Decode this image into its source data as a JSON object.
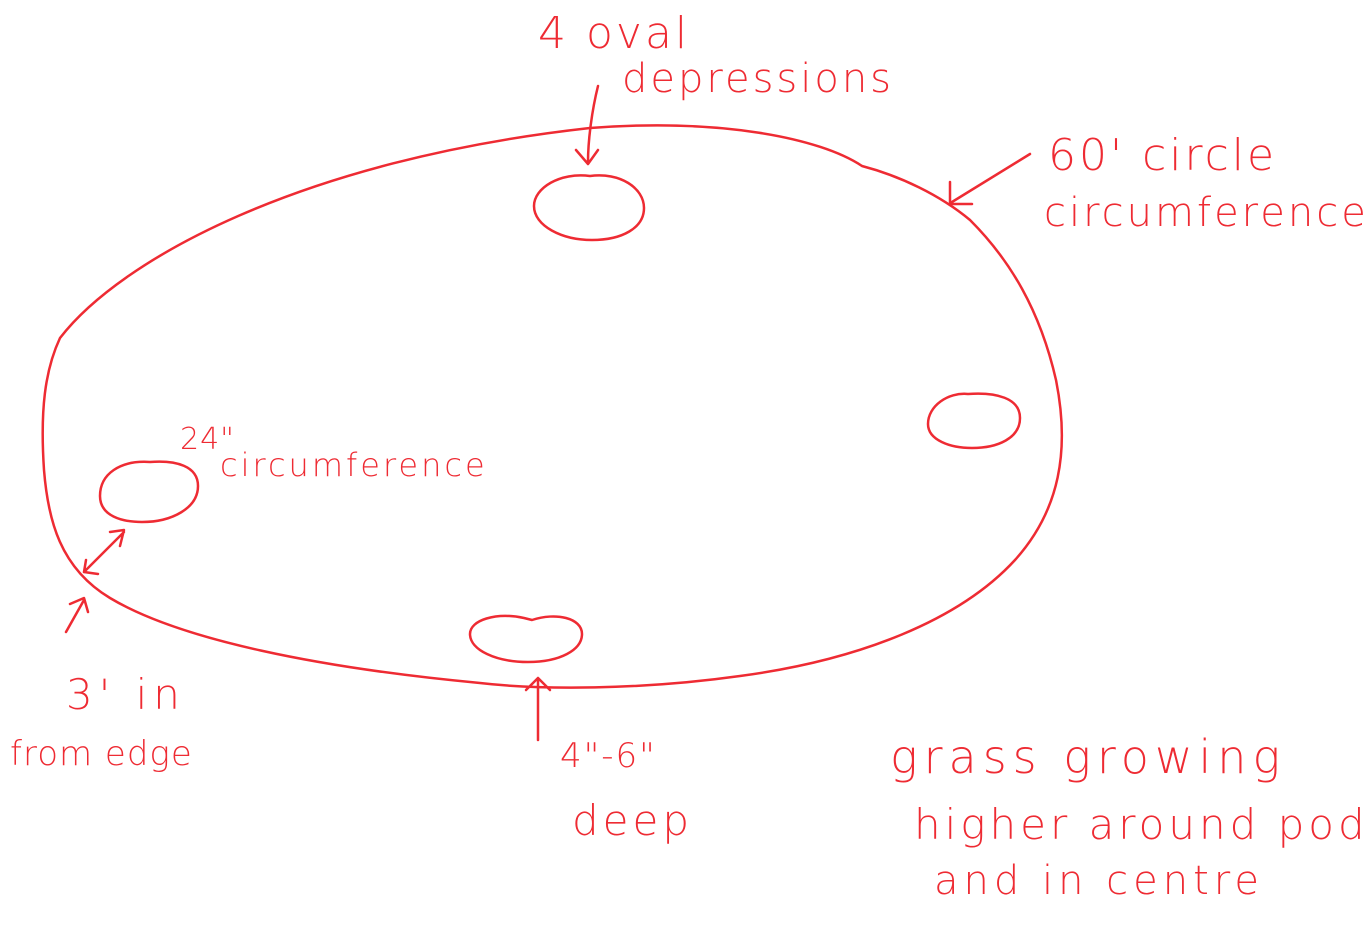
{
  "colors": {
    "ink": "#ee2b33",
    "paper": "#ffffff"
  },
  "labels": {
    "depressions_line1": "4 oval",
    "depressions_line2": "depressions",
    "circle_line1": "60' circle",
    "circle_line2": "circumference",
    "pod_size_line1": "24\"",
    "pod_size_line2": "circumference",
    "offset_line1": "3' in",
    "offset_line2": "from edge",
    "depth_line1": "4\"-6\"",
    "depth_line2": "deep",
    "grass_line1": "grass growing",
    "grass_line2": "higher around pods",
    "grass_line3": "and in centre"
  }
}
